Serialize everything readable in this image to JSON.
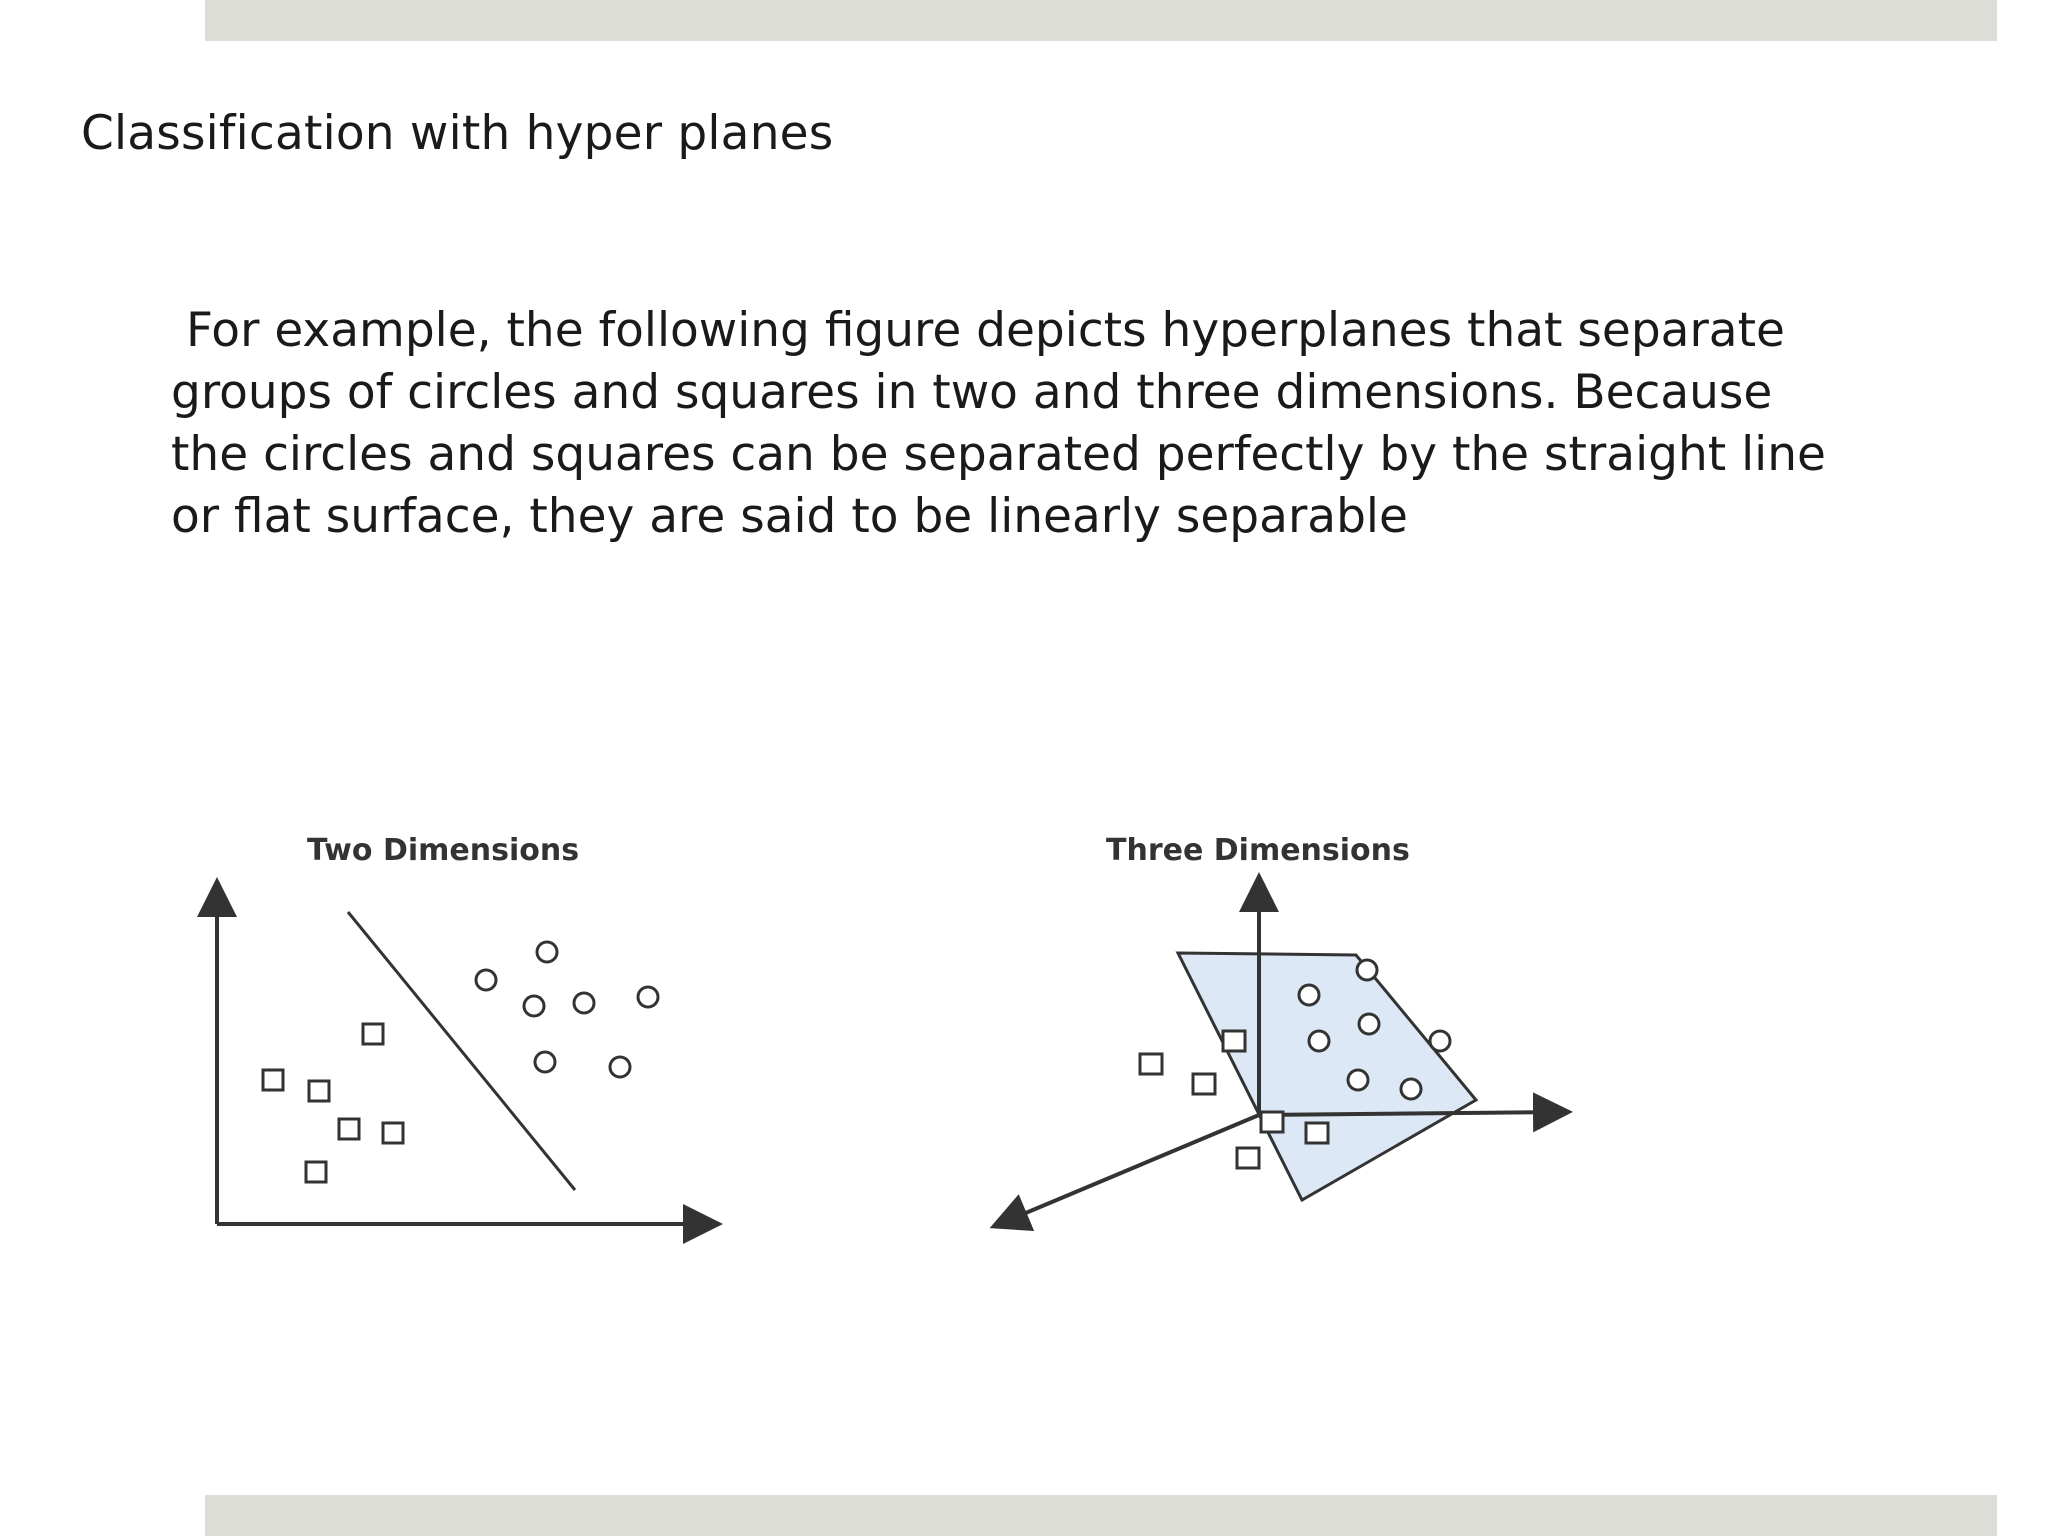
{
  "slide": {
    "title": "Classification with hyper planes",
    "body": " For example, the following figure depicts hyperplanes that separate\ngroups of circles and squares in two and three dimensions. Because\nthe circles and squares can be separated perfectly by the straight line\nor flat surface, they are said to be linearly separable"
  },
  "figure": {
    "panels": [
      {
        "title": "Two Dimensions"
      },
      {
        "title": "Three Dimensions"
      }
    ],
    "colors": {
      "ink": "#333333",
      "plane_fill": "#dce8f5",
      "band": "#dcddd7"
    }
  }
}
